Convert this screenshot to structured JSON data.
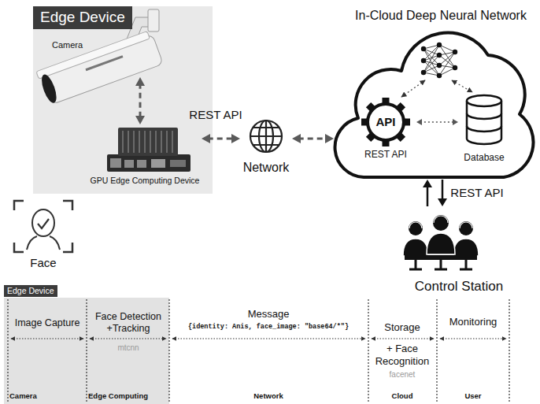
{
  "diagram": {
    "nodes": [
      {
        "text": [
          "Edge Device"
        ]
      },
      {
        "text": [
          "Camera"
        ],
        "in": 0
      },
      {
        "text": [
          "GPU Edge Computing Device"
        ],
        "in": 0
      },
      {
        "text": [
          "Network"
        ]
      },
      {
        "text": [
          "In-Cloud Deep Neural Network"
        ]
      },
      {
        "text": [
          "API",
          "REST API"
        ],
        "in": 4
      },
      {
        "text": [
          "Database"
        ],
        "in": 4
      },
      {
        "text": [
          "Control Station"
        ]
      },
      {
        "text": [
          "Face"
        ]
      },
      {
        "text": [
          "Edge Device"
        ]
      }
    ],
    "edges": [
      {
        "from": 1,
        "to": 2,
        "arrow": "both"
      },
      {
        "from": 2,
        "to": 3,
        "label": "REST API",
        "arrow": "both"
      },
      {
        "from": 3,
        "to": 4,
        "arrow": "both"
      },
      {
        "from": 5,
        "to": 6,
        "arrow": "both"
      },
      {
        "from": 7,
        "to": 4,
        "arrow": "to"
      },
      {
        "from": 4,
        "to": 7,
        "label": "REST API",
        "arrow": "to"
      }
    ],
    "labels": [
      "Image Capture",
      "Face Detection +Tracking",
      "mtcnn",
      "Message",
      "{identity: Anis, face_image: \"base64/*\"}",
      "Storage",
      "+ Face Recognition",
      "facenet",
      "Monitoring",
      "Camera",
      "Edge Computing",
      "Network",
      "Cloud",
      "User"
    ]
  }
}
